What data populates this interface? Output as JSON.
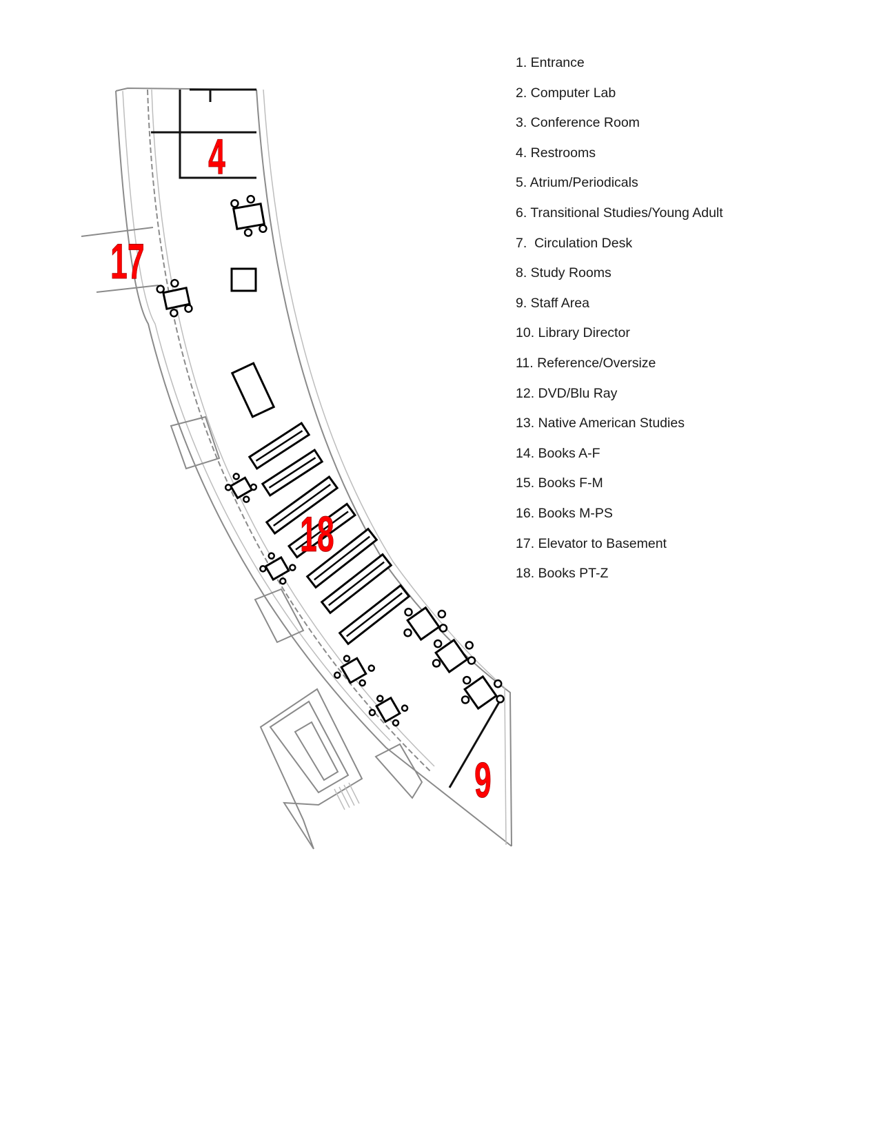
{
  "legend": {
    "items": [
      "1. Entrance",
      "2. Computer Lab",
      "3. Conference Room",
      "4. Restrooms",
      "5. Atrium/Periodicals",
      "6. Transitional Studies/Young Adult",
      "7.  Circulation Desk",
      "8. Study Rooms",
      "9. Staff Area",
      "10. Library Director",
      "11. Reference/Oversize",
      "12. DVD/Blu Ray",
      "13. Native American Studies",
      "14. Books A-F",
      "15. Books F-M",
      "16. Books M-PS",
      "17. Elevator to Basement",
      "18. Books PT-Z"
    ]
  },
  "map_labels": {
    "restrooms": "4",
    "elevator": "17",
    "books": "18",
    "staff": "9"
  },
  "colors": {
    "label_red": "#ff0000",
    "wall_gray": "#8a8a8a"
  }
}
